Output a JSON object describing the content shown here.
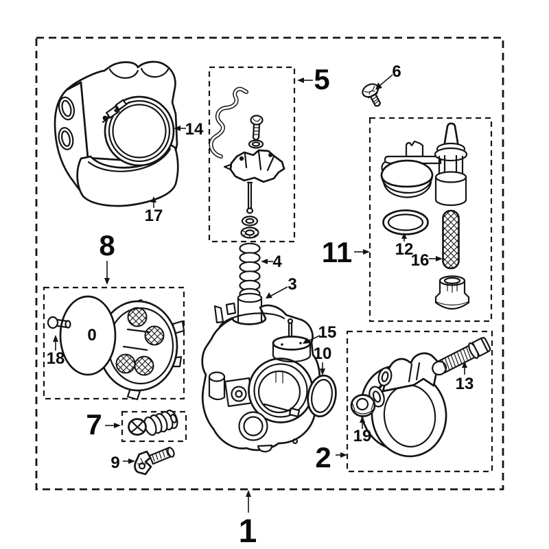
{
  "diagram": {
    "subject": "Carburetor exploded parts diagram",
    "background_color": "#ffffff",
    "line_color": "#141414",
    "labels": {
      "group_1": "1",
      "group_2": "2",
      "group_5": "5",
      "group_7": "7",
      "group_8": "8",
      "group_11": "11",
      "part_3": "3",
      "part_4": "4",
      "part_6": "6",
      "part_9": "9",
      "part_10": "10",
      "part_12": "12",
      "part_13": "13",
      "part_14": "14",
      "part_15": "15",
      "part_16": "16",
      "part_17": "17",
      "part_18": "18",
      "part_19": "19",
      "disc_marking": "0"
    }
  }
}
